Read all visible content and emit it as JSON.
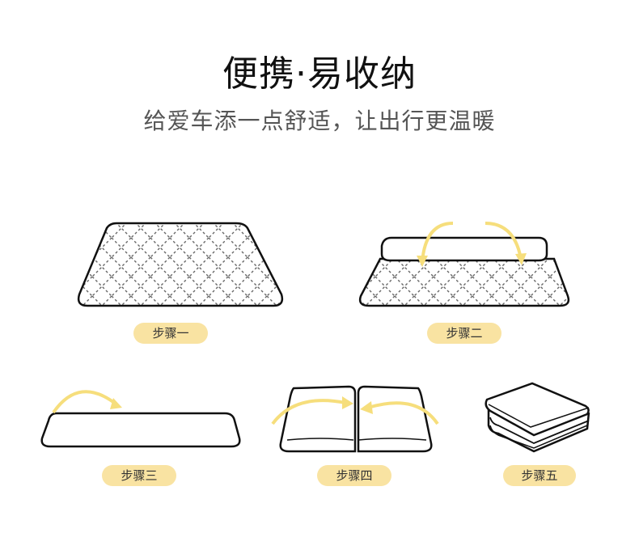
{
  "header": {
    "title": "便携·易收纳",
    "subtitle": "给爱车添一点舒适，让出行更温暖"
  },
  "steps": [
    {
      "label": "步骤一",
      "illustration": "flat-quilted-mat"
    },
    {
      "label": "步骤二",
      "illustration": "fold-top-down-arrows"
    },
    {
      "label": "步骤三",
      "illustration": "fold-in-half-arrow"
    },
    {
      "label": "步骤四",
      "illustration": "fold-sides-inward-arrows"
    },
    {
      "label": "步骤五",
      "illustration": "folded-stack"
    }
  ],
  "colors": {
    "pill": "#f9e3a2",
    "arrow": "#f6de7c",
    "outline": "#111111",
    "stitch": "#666666"
  }
}
